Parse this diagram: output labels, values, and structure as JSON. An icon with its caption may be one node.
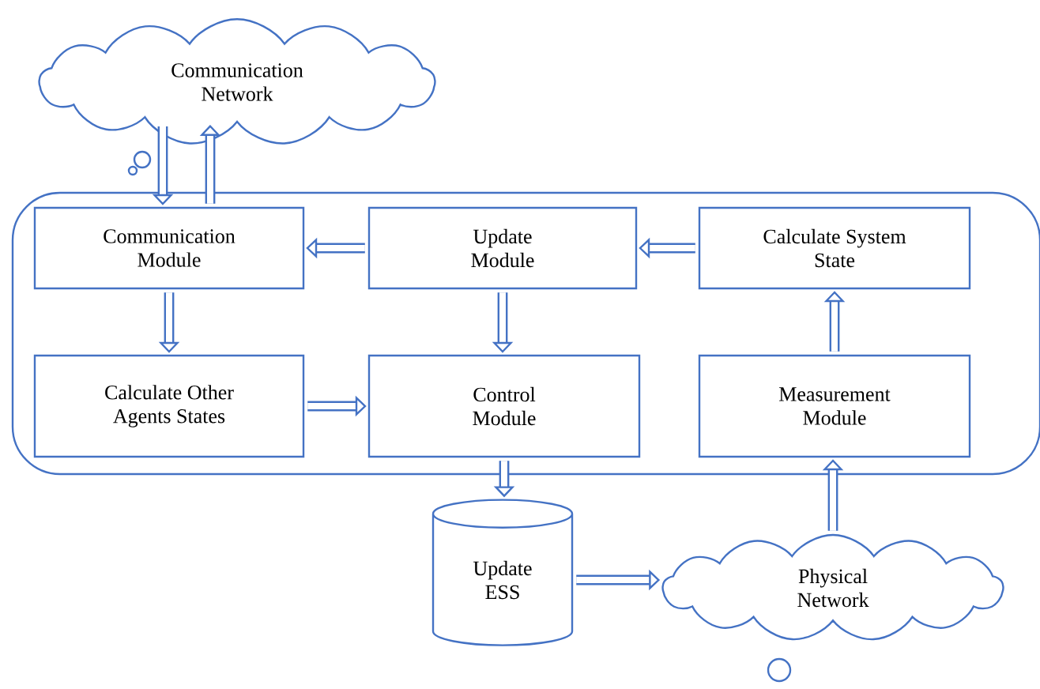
{
  "diagram": {
    "nodes": [
      {
        "text": [
          "Communication Network"
        ]
      },
      {
        "text": [],
        "shape": "box"
      },
      {
        "text": [
          "Communication Module"
        ],
        "in": 1
      },
      {
        "text": [
          "Update Module"
        ],
        "in": 1
      },
      {
        "text": [
          "Calculate System State"
        ],
        "in": 1
      },
      {
        "text": [
          "Calculate Other Agents States"
        ],
        "in": 1
      },
      {
        "text": [
          "Control Module"
        ],
        "in": 1
      },
      {
        "text": [
          "Measurement Module"
        ],
        "in": 1
      },
      {
        "text": [
          "Update ESS"
        ]
      },
      {
        "text": [
          "Physical Network"
        ]
      }
    ],
    "edges": [
      {
        "from": 0,
        "to": 2,
        "arrow": "to"
      },
      {
        "from": 2,
        "to": 0,
        "arrow": "to"
      },
      {
        "from": 3,
        "to": 2,
        "arrow": "to"
      },
      {
        "from": 4,
        "to": 3,
        "arrow": "to"
      },
      {
        "from": 2,
        "to": 5,
        "arrow": "to"
      },
      {
        "from": 3,
        "to": 6,
        "arrow": "to"
      },
      {
        "from": 5,
        "to": 6,
        "arrow": "to"
      },
      {
        "from": 7,
        "to": 4,
        "arrow": "to"
      },
      {
        "from": 6,
        "to": 8,
        "arrow": "to"
      },
      {
        "from": 8,
        "to": 9,
        "arrow": "to"
      },
      {
        "from": 9,
        "to": 7,
        "arrow": "to"
      }
    ]
  }
}
